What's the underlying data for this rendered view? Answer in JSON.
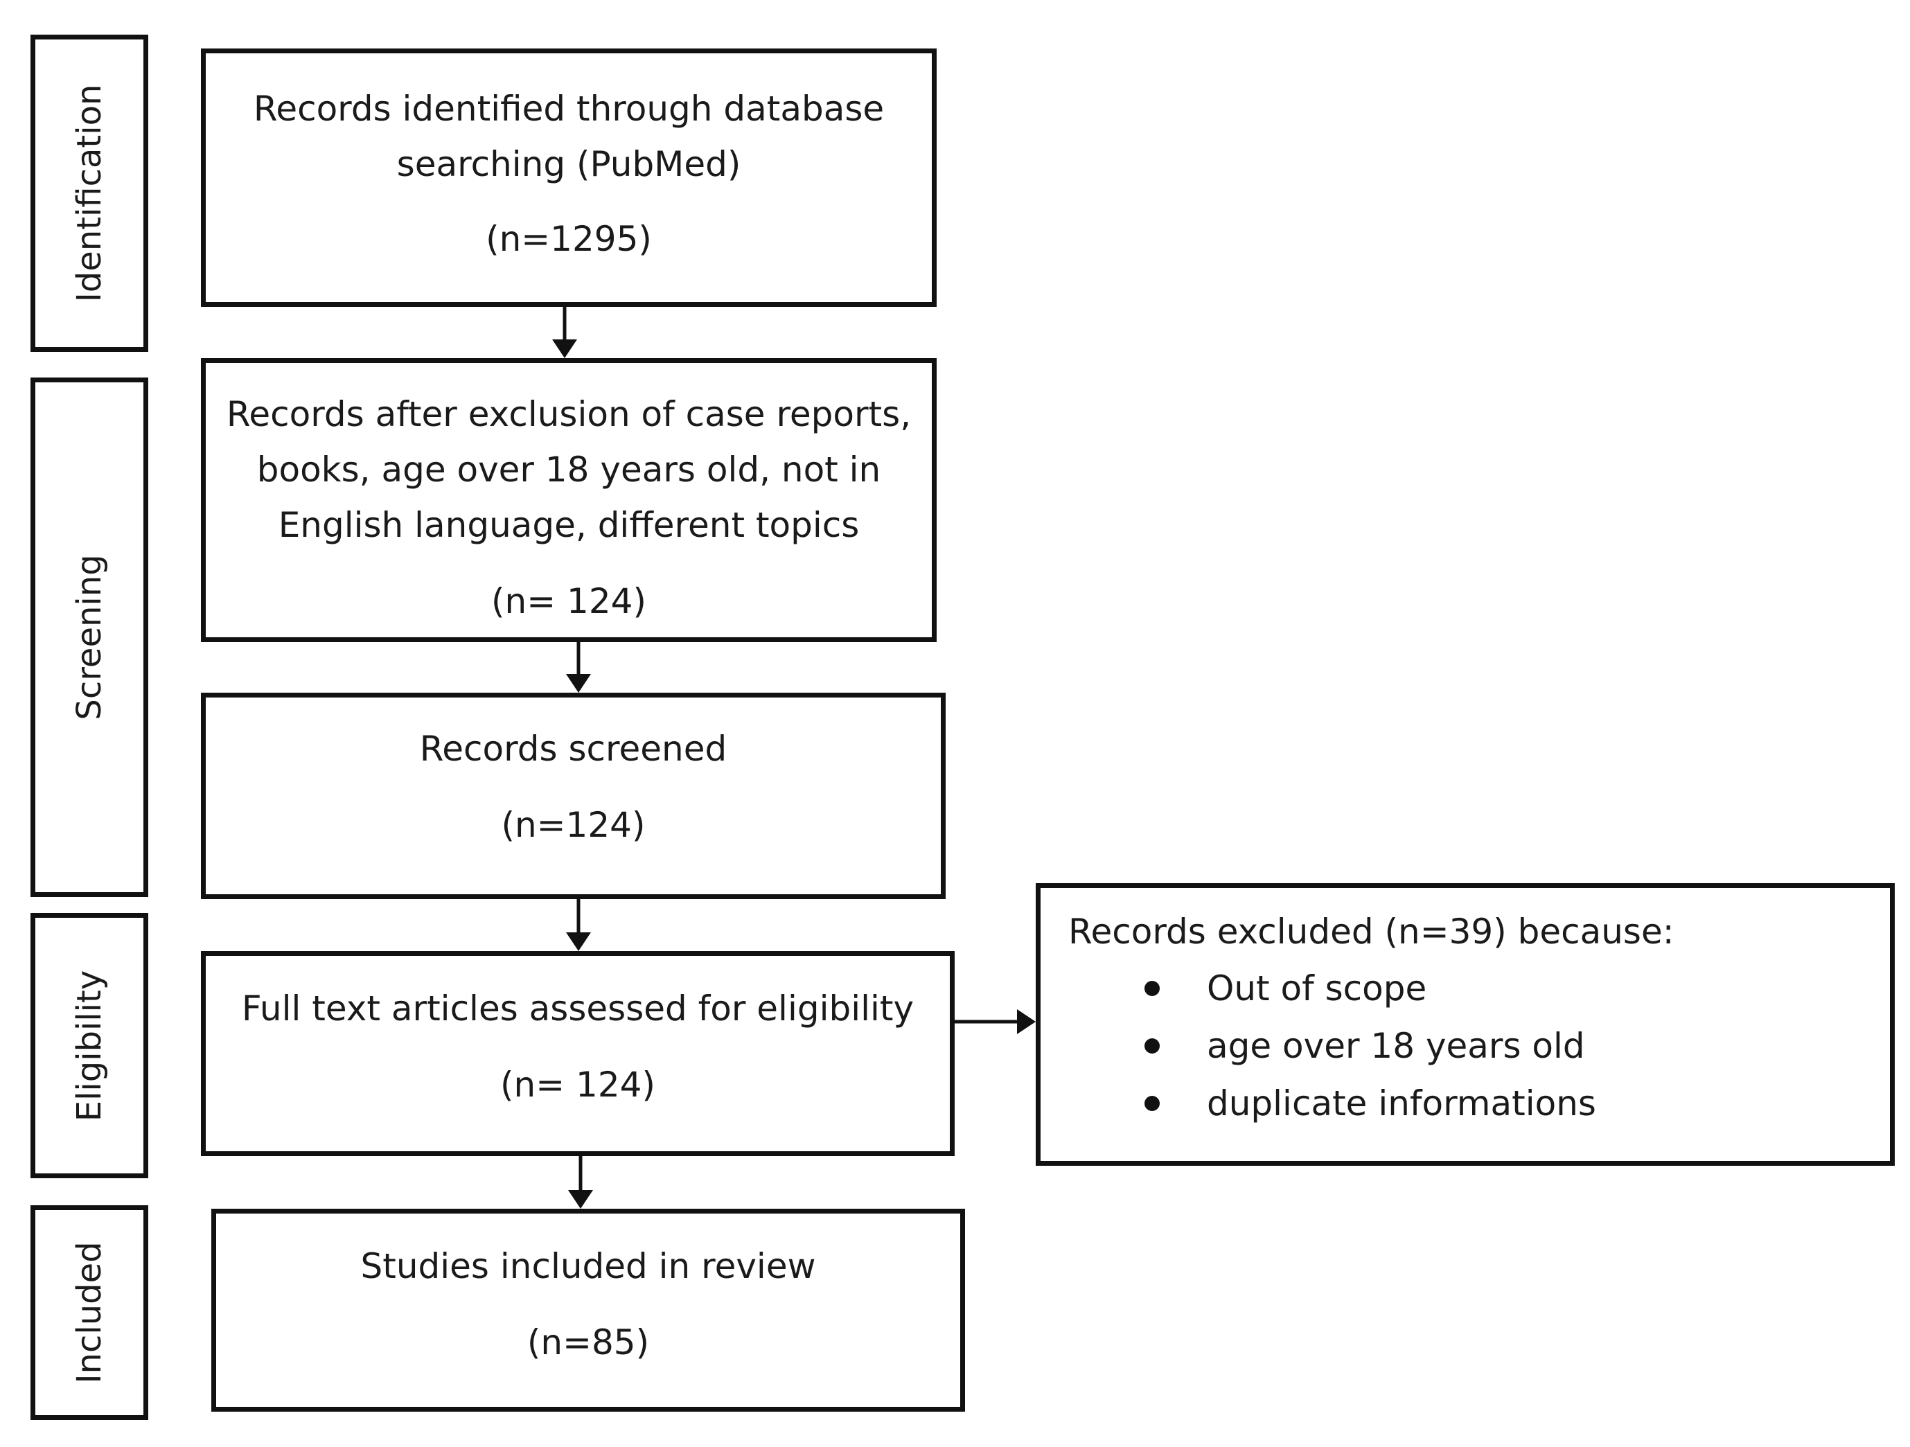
{
  "stages": {
    "identification": "Identification",
    "screening": "Screening",
    "eligibility": "Eligibility",
    "included": "Included"
  },
  "boxes": {
    "identified": {
      "lines": [
        "Records identified through database",
        "searching (PubMed)"
      ],
      "count": "(n=1295)"
    },
    "after_exclusion": {
      "lines": [
        "Records after exclusion of case reports,",
        "books, age over 18 years old, not in",
        "English language, different topics"
      ],
      "count": "(n= 124)"
    },
    "screened": {
      "lines": [
        "Records screened"
      ],
      "count": "(n=124)"
    },
    "full_text": {
      "lines": [
        "Full text articles assessed for eligibility"
      ],
      "count": "(n= 124)"
    },
    "included": {
      "lines": [
        "Studies included in review"
      ],
      "count": "(n=85)"
    }
  },
  "excluded": {
    "title": "Records excluded (n=39) because:",
    "reasons": [
      "Out of scope",
      "age over 18 years old",
      "duplicate informations"
    ]
  }
}
